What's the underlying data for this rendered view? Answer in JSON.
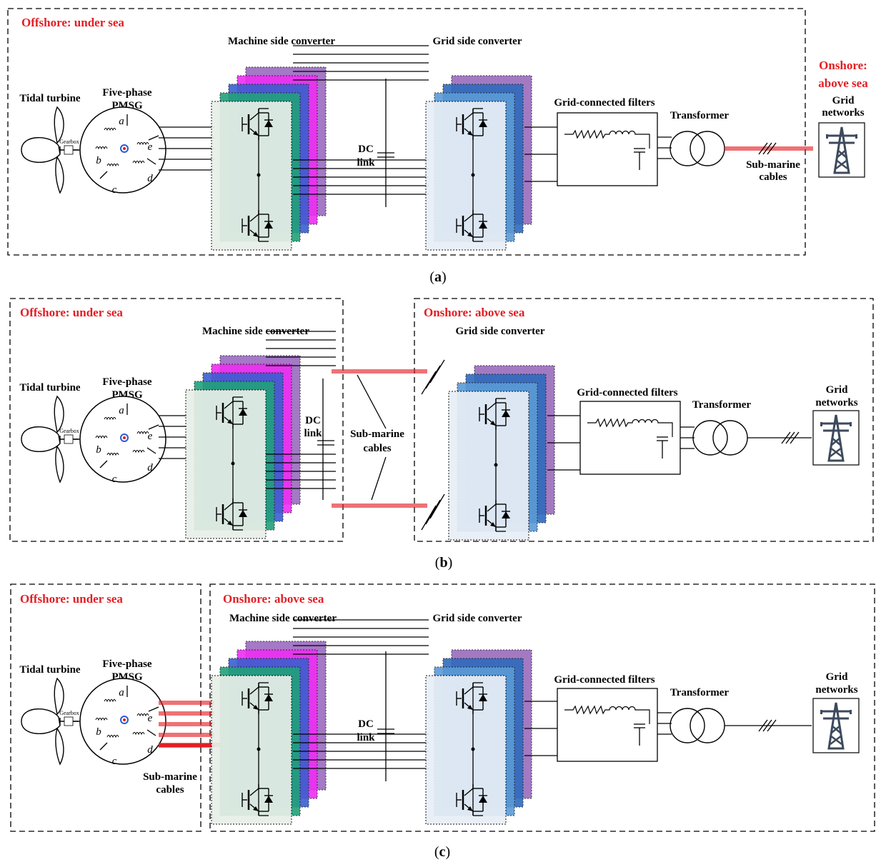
{
  "panels": [
    {
      "id": "a",
      "caption_letter": "a",
      "offshore_label": "Offshore: under sea",
      "onshore_label_line1": "Onshore:",
      "onshore_label_line2": "above sea",
      "turbine_label": "Tidal turbine",
      "generator_label_line1": "Five-phase",
      "generator_label_line2": "PMSG",
      "gearbox_label": "Gearbox",
      "msc_label": "Machine side converter",
      "gsc_label": "Grid side converter",
      "dc_line1": "DC",
      "dc_line2": "link",
      "filters_label": "Grid-connected filters",
      "transformer_label": "Transformer",
      "grid_line1": "Grid",
      "grid_line2": "networks",
      "cable_line1": "Sub-marine",
      "cable_line2": "cables",
      "phases": [
        "a",
        "b",
        "c",
        "d",
        "e"
      ]
    },
    {
      "id": "b",
      "caption_letter": "b",
      "offshore_label": "Offshore: under sea",
      "onshore_label": "Onshore: above sea",
      "turbine_label": "Tidal turbine",
      "generator_label_line1": "Five-phase",
      "generator_label_line2": "PMSG",
      "gearbox_label": "Gearbox",
      "msc_label": "Machine side converter",
      "gsc_label": "Grid side converter",
      "dc_line1": "DC",
      "dc_line2": "link",
      "filters_label": "Grid-connected filters",
      "transformer_label": "Transformer",
      "grid_line1": "Grid",
      "grid_line2": "networks",
      "cable_line1": "Sub-marine",
      "cable_line2": "cables",
      "phases": [
        "a",
        "b",
        "c",
        "d",
        "e"
      ]
    },
    {
      "id": "c",
      "caption_letter": "c",
      "offshore_label": "Offshore: under sea",
      "onshore_label": "Onshore: above sea",
      "turbine_label": "Tidal turbine",
      "generator_label_line1": "Five-phase",
      "generator_label_line2": "PMSG",
      "gearbox_label": "Gearbox",
      "msc_label": "Machine side converter",
      "gsc_label": "Grid side converter",
      "dc_line1": "DC",
      "dc_line2": "link",
      "filters_label": "Grid-connected filters",
      "transformer_label": "Transformer",
      "grid_line1": "Grid",
      "grid_line2": "networks",
      "cable_line1": "Sub-marine",
      "cable_line2": "cables",
      "phases": [
        "a",
        "b",
        "c",
        "d",
        "e"
      ]
    }
  ],
  "colors": {
    "region_label": "#e31e24",
    "cable": "#e31e24",
    "purple": "#9b6bbf",
    "magenta": "#ee2ef2",
    "blue": "#3a5fd0",
    "teal": "#23a07a",
    "gsc_purple": "#9a6cbc",
    "gsc_blue": "#2f6bbd",
    "gsc_lightblue": "#5b9bd5",
    "front_panel": "#e8efe8",
    "front_panel_gsc": "#e8eef6",
    "tower": "#3d4a5c"
  }
}
